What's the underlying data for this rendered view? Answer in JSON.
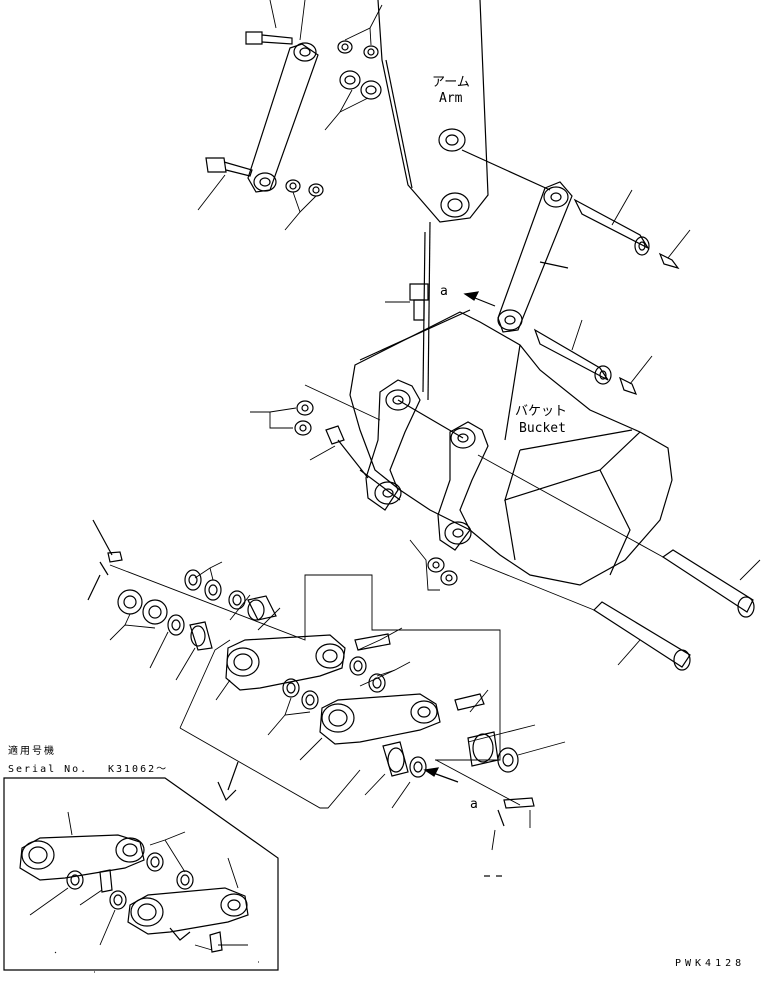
{
  "labels": {
    "arm_jp": "アーム",
    "arm_en": "Arm",
    "bucket_jp": "バケット",
    "bucket_en": "Bucket",
    "arrow_a_top": "a",
    "arrow_a_bottom": "a",
    "serial_jp": "適用号機",
    "serial_en": "Serial No.",
    "serial_no": "K31062～",
    "drawing_code": "PWK4128"
  }
}
